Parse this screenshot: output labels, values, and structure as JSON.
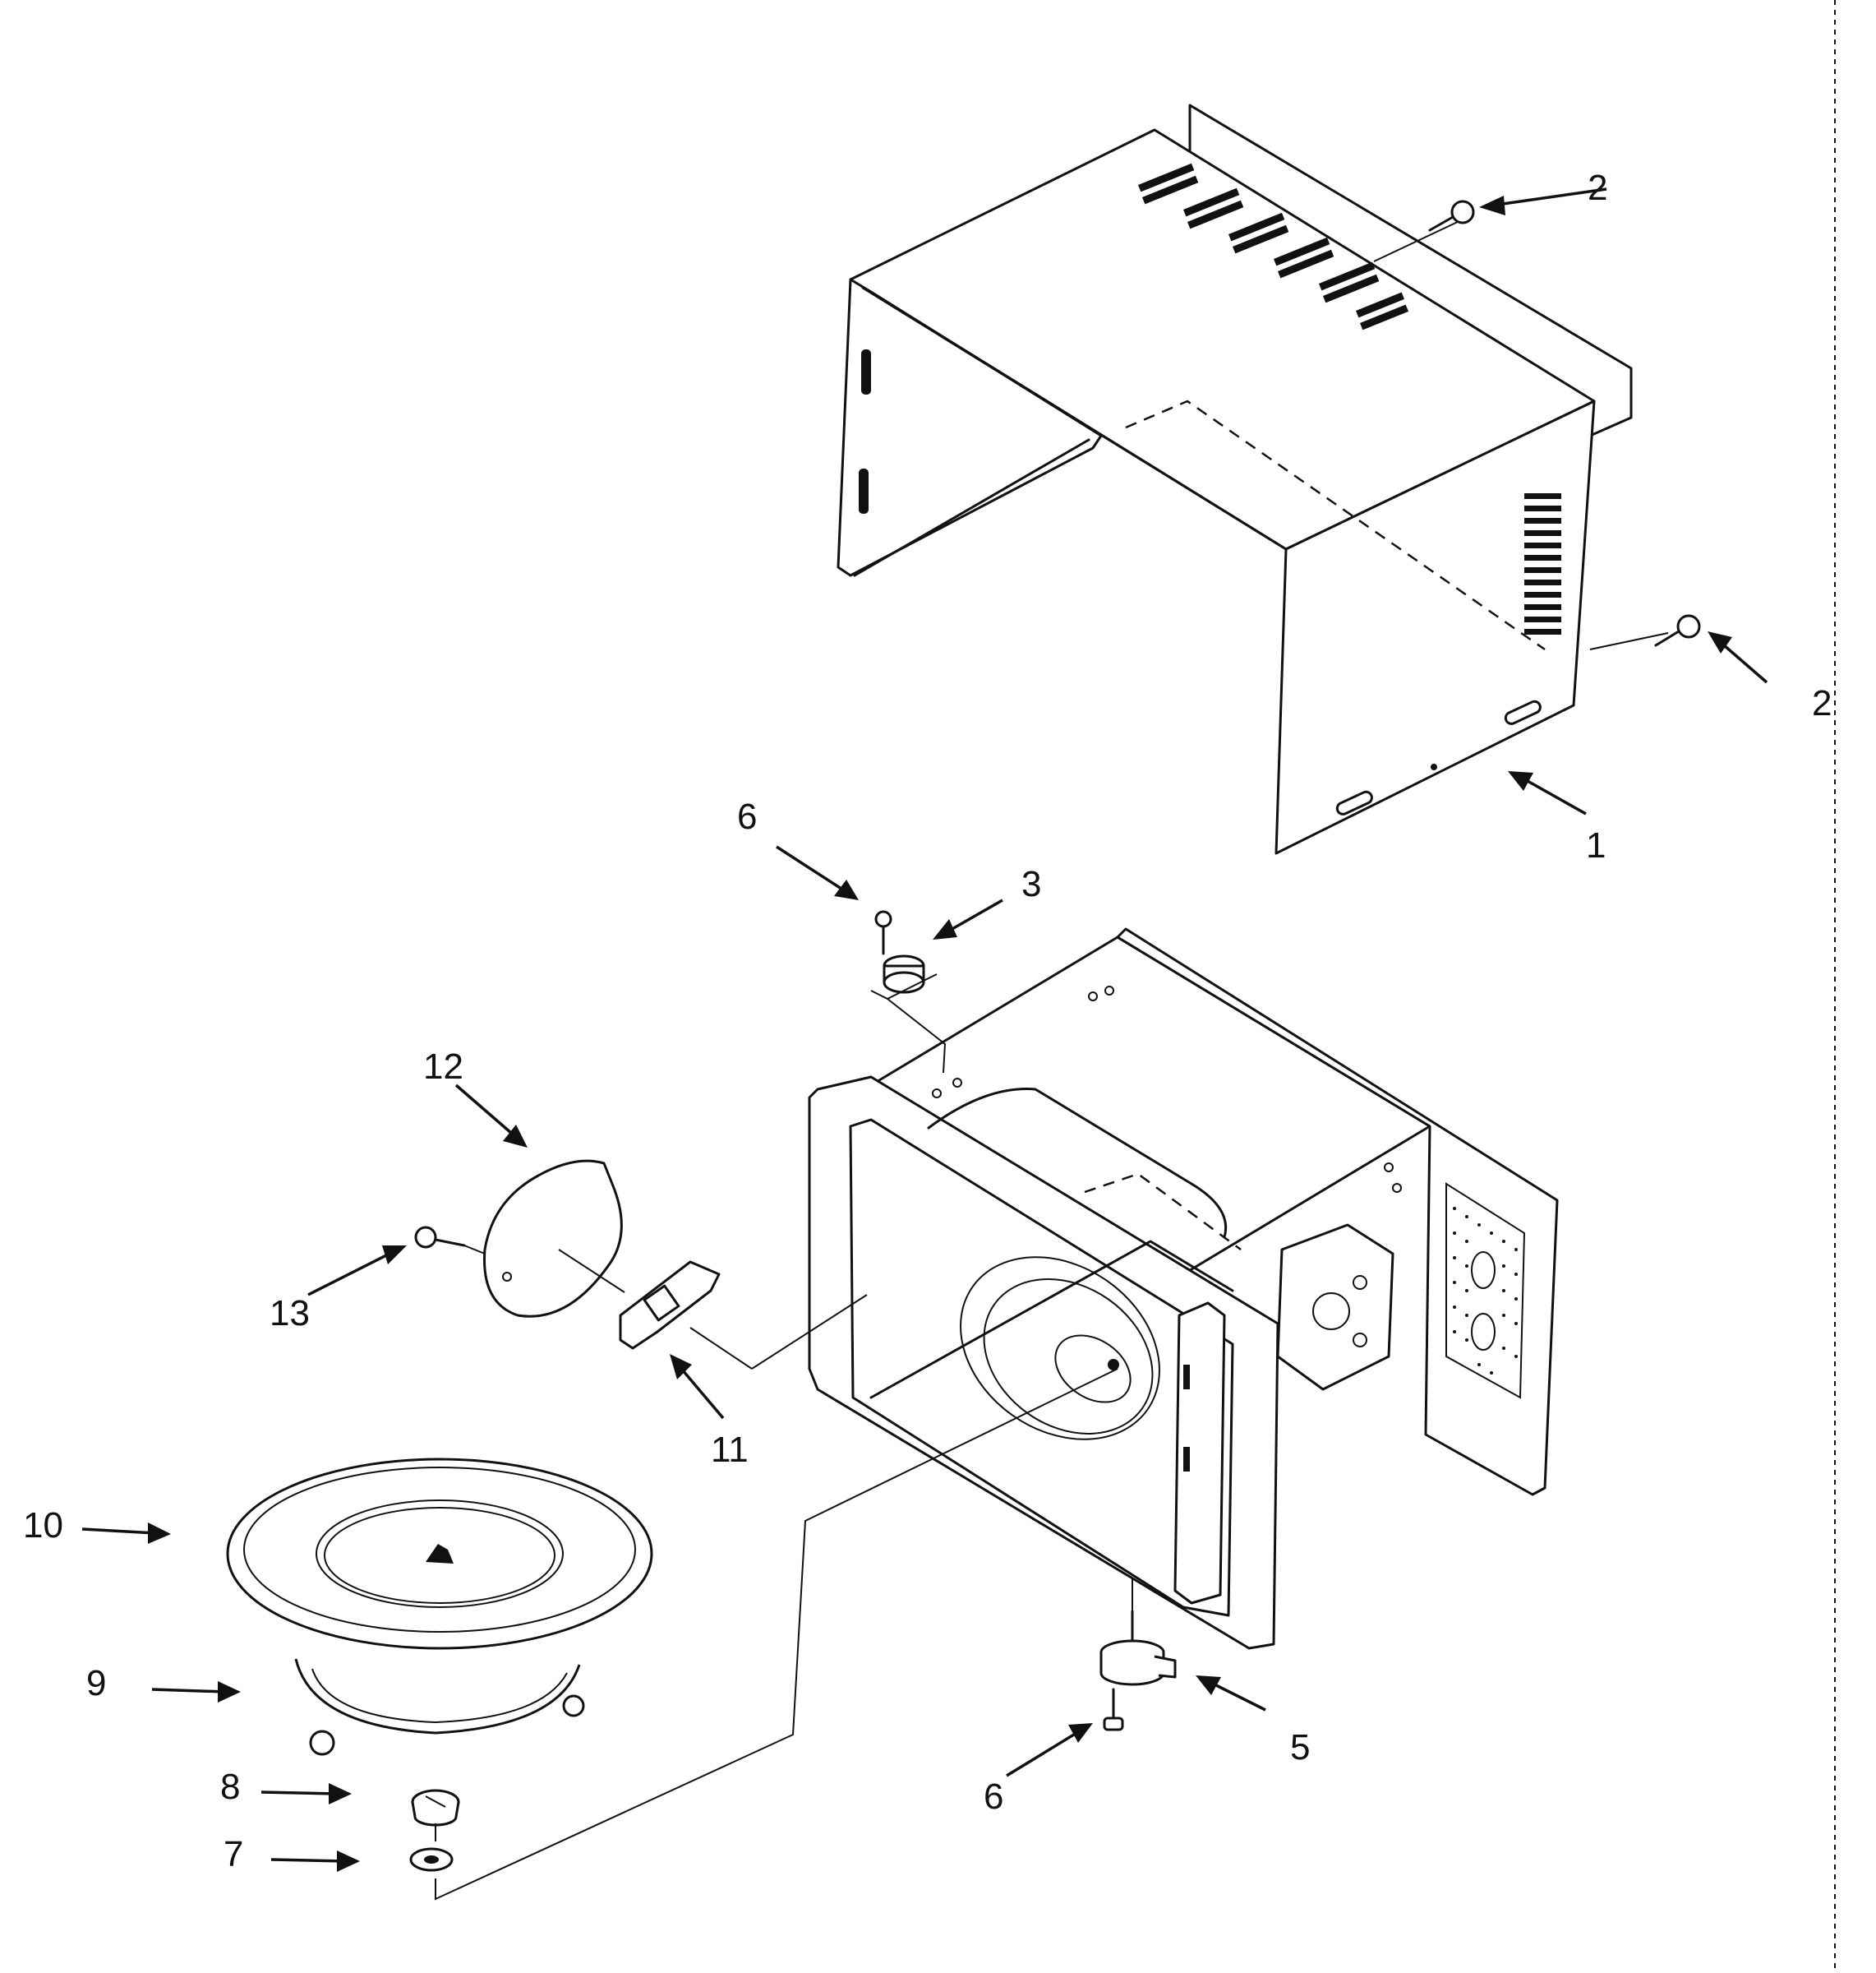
{
  "callouts": [
    {
      "id": "1",
      "text": "1"
    },
    {
      "id": "2a",
      "text": "2"
    },
    {
      "id": "2b",
      "text": "2"
    },
    {
      "id": "3",
      "text": "3"
    },
    {
      "id": "5",
      "text": "5"
    },
    {
      "id": "6a",
      "text": "6"
    },
    {
      "id": "6b",
      "text": "6"
    },
    {
      "id": "7",
      "text": "7"
    },
    {
      "id": "8",
      "text": "8"
    },
    {
      "id": "9",
      "text": "9"
    },
    {
      "id": "10",
      "text": "10"
    },
    {
      "id": "11",
      "text": "11"
    },
    {
      "id": "12",
      "text": "12"
    },
    {
      "id": "13",
      "text": "13"
    }
  ]
}
